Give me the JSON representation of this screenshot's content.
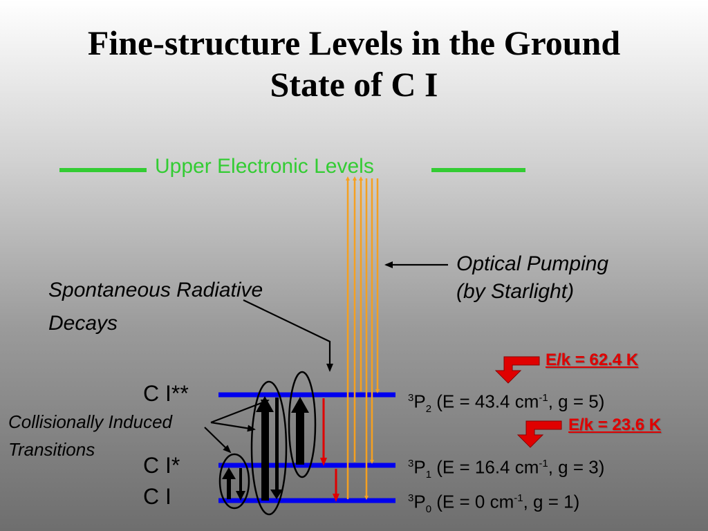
{
  "title": {
    "line1": "Fine-structure Levels in the Ground",
    "line2": "State of C I"
  },
  "labels": {
    "upper": "Upper Electronic Levels",
    "pumping_line1": "Optical Pumping",
    "pumping_line2": "(by Starlight)",
    "spontaneous_line1": "Spontaneous Radiative",
    "spontaneous_line2": "Decays",
    "collisional_line1": "Collisionally Induced",
    "collisional_line2": "Transitions"
  },
  "levels": [
    {
      "name": "C I**",
      "term_letter": "P",
      "multiplicity": "3",
      "j": "2",
      "energy": "(E = 43.4 cm",
      "exp": "-1",
      "tail": ", g = 5)"
    },
    {
      "name": "C I*",
      "term_letter": "P",
      "multiplicity": "3",
      "j": "1",
      "energy": "(E = 16.4 cm",
      "exp": "-1",
      "tail": ", g = 3)"
    },
    {
      "name": "C I",
      "term_letter": "P",
      "multiplicity": "3",
      "j": "0",
      "energy": "(E = 0 cm",
      "exp": "-1",
      "tail": ", g = 1)"
    }
  ],
  "temperatures": [
    {
      "label": "E/k = 62.4 K"
    },
    {
      "label": "E/k = 23.6 K"
    }
  ],
  "colors": {
    "level_line": "#0000ee",
    "upper_line": "#33cc33",
    "pump_arrow": "#f5a020",
    "decay_arrow": "#e00000",
    "collision_arrow": "#000000",
    "callout": "#e00000"
  }
}
